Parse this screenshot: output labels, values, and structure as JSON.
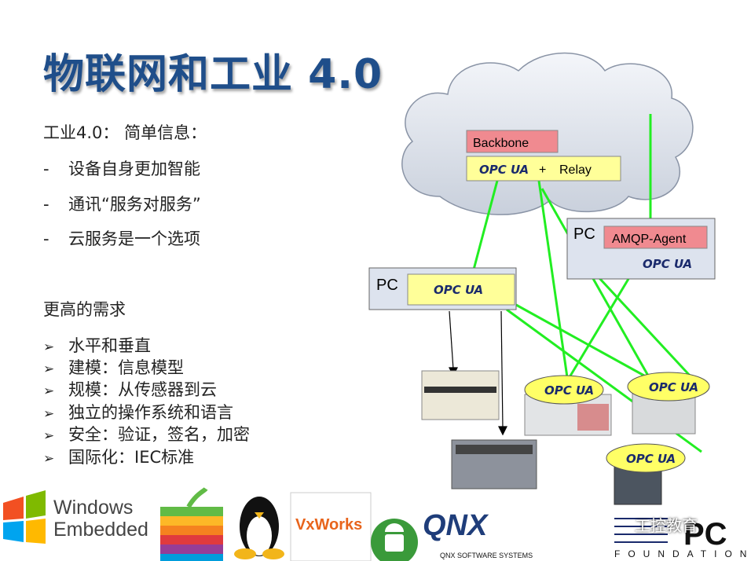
{
  "slide": {
    "title": "物联网和工业 4.0",
    "intro": "工业4.0： 简单信息：",
    "dash_items": [
      "设备自身更加智能",
      "通讯“服务对服务”",
      "云服务是一个选项"
    ],
    "section2": "更高的需求",
    "bullets": [
      "水平和垂直",
      "建模：信息模型",
      "规模：从传感器到云",
      "独立的操作系统和语言",
      "安全：验证，签名，加密",
      "国际化：IEC标准"
    ]
  },
  "diagram": {
    "backbone": "Backbone",
    "relay_plus": "+",
    "relay": "Relay",
    "opc_ua": "OPC UA",
    "pc_label": "PC",
    "amqp_agent": "AMQP-Agent",
    "colors": {
      "link": "#22ee22",
      "label_box": "#f08a90",
      "opc_box": "#ffff99",
      "pc_box": "#dde3ee"
    }
  },
  "logos": {
    "windows_line1": "Windows",
    "windows_line2": "Embedded",
    "vxworks": "VxWorks",
    "qnx": "QNX",
    "qnx_sub": "QNX SOFTWARE SYSTEMS",
    "opc_foundation": "FOUNDATION",
    "watermark": "工控教育"
  }
}
